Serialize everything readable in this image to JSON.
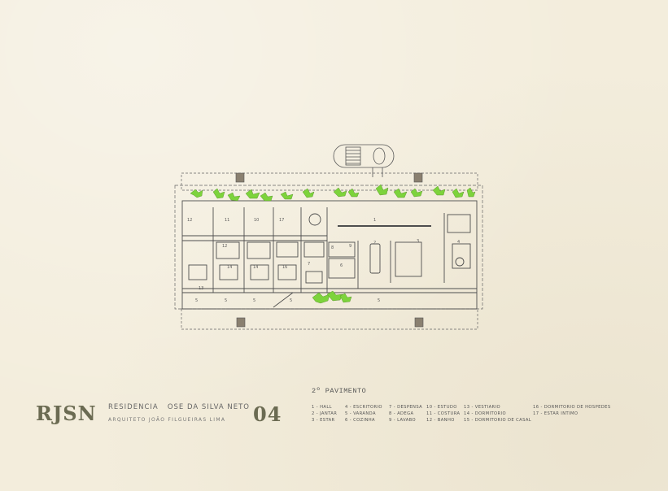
{
  "sheet": {
    "floor_label": "2º PAVIMENTO",
    "monogram": "RJSN",
    "project_title": "RESIDENCIA   OSE DA SILVA NETO",
    "architect": "ARQUITETO JOÃO FILGUEIRAS LIMA",
    "sheet_number": "04"
  },
  "room_numbers": [
    "1",
    "2",
    "3",
    "4",
    "5",
    "6",
    "7",
    "8",
    "9",
    "10",
    "11",
    "12",
    "13",
    "14",
    "15",
    "16",
    "17"
  ],
  "legend": [
    "1 - HALL",
    "2 - JANTAR",
    "3 - ESTAR",
    "4 - ESCRITORIO",
    "5 - VARANDA",
    "6 - COZINHA",
    "7 - DESPENSA",
    "8 - ADEGA",
    "9 - LAVABO",
    "10 - ESTUDO",
    "11 - COSTURA",
    "12 - BANHO",
    "13 - VESTIARIO",
    "14 - DORMITORIO",
    "15 - DORMITORIO DE CASAL",
    "16 - DORMITORIO DE HOSPEDES",
    "17 - ESTAR INTIMO"
  ],
  "colors": {
    "paper": "#f3eddc",
    "ink": "#555555",
    "planting": "#7dd33c",
    "column": "#8a8070"
  }
}
